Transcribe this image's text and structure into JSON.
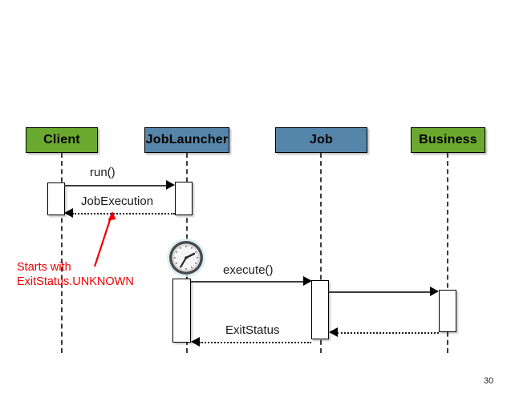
{
  "slide": {
    "page_number": "30",
    "background_color": "#ffffff"
  },
  "palette": {
    "green": "#6aa82f",
    "blue": "#5585a8",
    "note_red": "#ee0000",
    "line_dark": "#3d3d3d",
    "border_black": "#000000"
  },
  "lifelines": [
    {
      "id": "client",
      "label": "Client",
      "color": "green"
    },
    {
      "id": "joblauncher",
      "label": "JobLauncher",
      "color": "blue"
    },
    {
      "id": "job",
      "label": "Job",
      "color": "blue"
    },
    {
      "id": "business",
      "label": "Business",
      "color": "green"
    }
  ],
  "messages": [
    {
      "id": "run",
      "label": "run()",
      "from": "client",
      "to": "joblauncher",
      "style": "solid",
      "direction": "right"
    },
    {
      "id": "jobexec",
      "label": "JobExecution",
      "from": "joblauncher",
      "to": "client",
      "style": "dotted",
      "direction": "left"
    },
    {
      "id": "execute",
      "label": "execute()",
      "from": "joblauncher",
      "to": "job",
      "style": "solid",
      "direction": "right"
    },
    {
      "id": "invoke",
      "label": "",
      "from": "job",
      "to": "business",
      "style": "solid",
      "direction": "right"
    },
    {
      "id": "bizreturn",
      "label": "",
      "from": "business",
      "to": "job",
      "style": "dotted",
      "direction": "left"
    },
    {
      "id": "exitstatus",
      "label": "ExitStatus",
      "from": "job",
      "to": "joblauncher",
      "style": "dotted",
      "direction": "left"
    }
  ],
  "note": {
    "line1": "Starts with",
    "line2": "ExitStatus.UNKNOWN",
    "color": "#ee0000",
    "points_to": "jobexec"
  },
  "clock": {
    "name": "clock-icon",
    "hour_hand": "7",
    "minute_hand": "2"
  }
}
